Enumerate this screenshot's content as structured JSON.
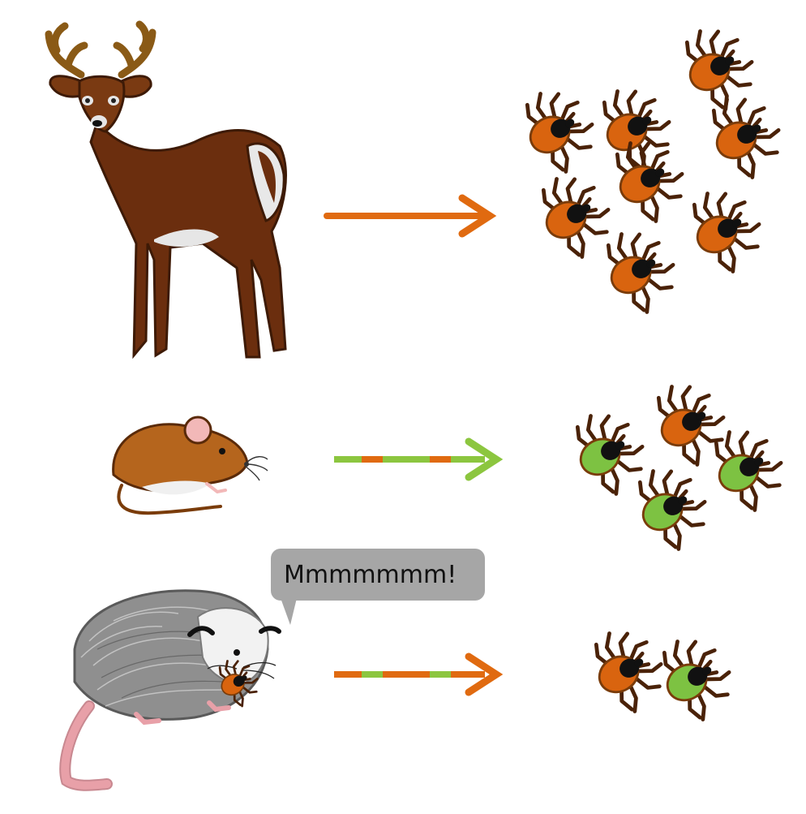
{
  "speech_bubble": {
    "text": "Mmmmmmm!",
    "fill": "#a6a6a6"
  },
  "colors": {
    "infected_tick_body": "#d9640f",
    "uninfected_tick_body": "#7dc242",
    "tick_outline": "#7a3c0a",
    "tick_shield": "#111111",
    "tick_legs": "#4a2208",
    "arrow_orange": "#e06a10",
    "arrow_green": "#8cc63f",
    "deer_body": "#6b2e0e",
    "deer_antler": "#8a5a16",
    "mouse_body": "#b5651d",
    "opossum_fur": "#8f8f8f",
    "opossum_tail": "#e8a0a8"
  },
  "rows": [
    {
      "host": "deer",
      "host_icon": "deer-icon",
      "arrow": "solid-orange",
      "ticks": [
        "infected",
        "infected",
        "infected",
        "infected",
        "infected",
        "infected",
        "infected",
        "infected"
      ]
    },
    {
      "host": "mouse",
      "host_icon": "mouse-icon",
      "arrow": "dashed-green-orange",
      "ticks": [
        "uninfected",
        "infected",
        "uninfected",
        "uninfected"
      ]
    },
    {
      "host": "opossum",
      "host_icon": "opossum-icon",
      "arrow": "dashed-orange-green",
      "ticks": [
        "infected",
        "uninfected"
      ]
    }
  ]
}
